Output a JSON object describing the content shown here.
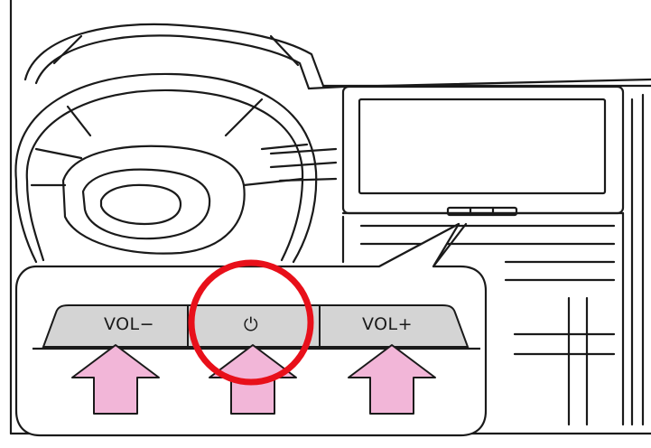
{
  "buttons": {
    "vol_minus": {
      "label": "VOL−"
    },
    "power": {
      "label": "⏻"
    },
    "vol_plus": {
      "label": "VOL+"
    }
  },
  "colors": {
    "line": "#1a1a1a",
    "button_fill": "#d4d4d4",
    "arrow_fill": "#f2b6d8",
    "highlight_circle": "#e8101a"
  },
  "icons": [
    "power-icon",
    "up-arrow-icon",
    "highlight-circle"
  ]
}
